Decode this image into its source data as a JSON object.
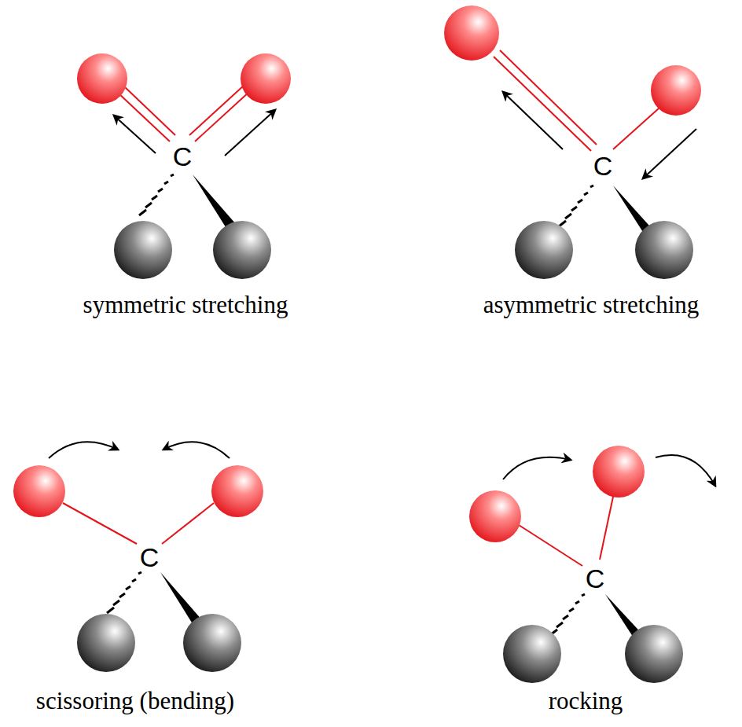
{
  "diagram": {
    "labels": [
      "C",
      "C",
      "symmetric stretching",
      "asymmetric stretching",
      "C",
      "C",
      "scissoring (bending)",
      "rocking"
    ]
  }
}
